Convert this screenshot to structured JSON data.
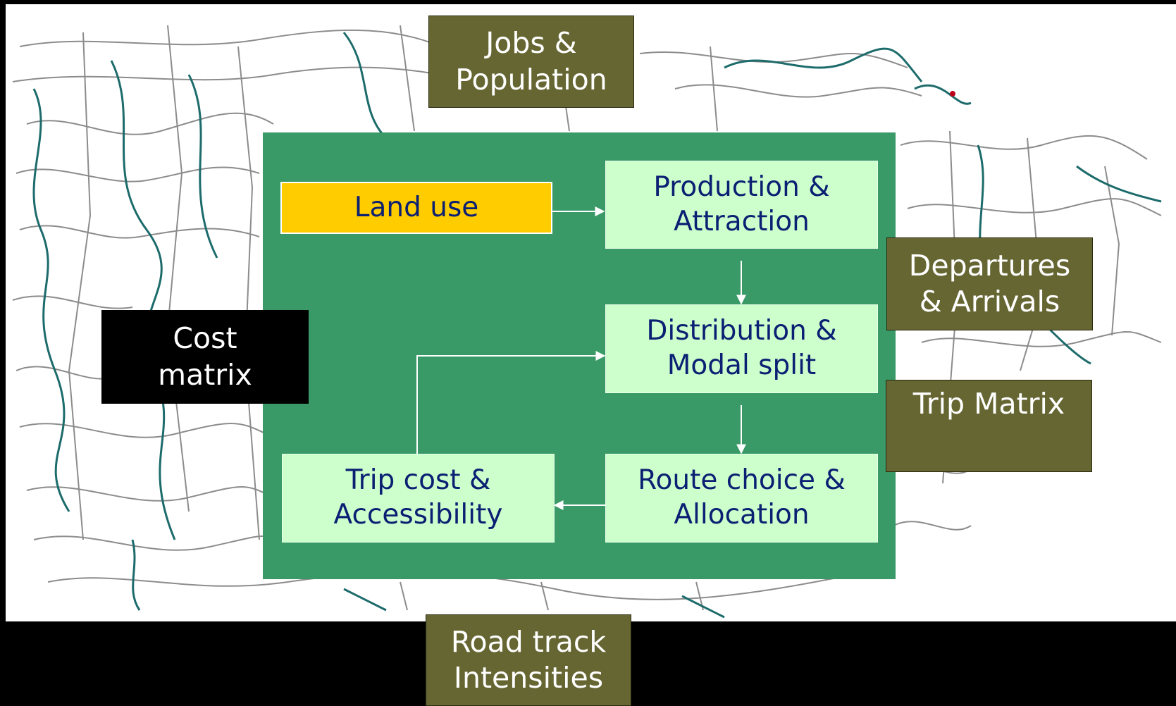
{
  "boxes": {
    "jobs_population": "Jobs &\nPopulation",
    "land_use": "Land use",
    "production_attraction": "Production &\nAttraction",
    "departures_arrivals": "Departures\n& Arrivals",
    "cost_matrix": "Cost\nmatrix",
    "distribution_modal_split": "Distribution &\nModal split",
    "trip_matrix": "Trip Matrix",
    "trip_cost_accessibility": "Trip cost &\nAccessibility",
    "route_choice_allocation": "Route choice &\nAllocation",
    "road_track_intensities": "Road track\nIntensities"
  },
  "colors": {
    "background": "#000000",
    "map": "#ffffff",
    "panel": "#399a67",
    "step_fill": "#ccffcc",
    "step_text": "#0b1f73",
    "land_use_fill": "#ffcc00",
    "olive_fill": "#666633",
    "road_gray": "#8c8c8c",
    "road_teal": "#1d6b6b"
  }
}
